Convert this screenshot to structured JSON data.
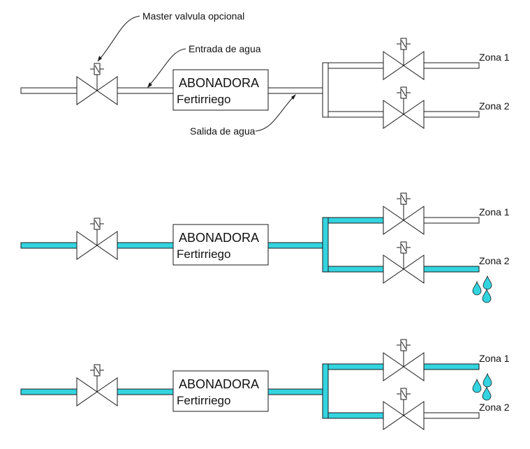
{
  "colors": {
    "water": "#33D4E0",
    "line": "#1a1a1a",
    "background": "#ffffff"
  },
  "labels": {
    "master_valve": "Master valvula opcional",
    "water_in": "Entrada de agua",
    "water_out": "Salida de agua"
  },
  "diagrams": [
    {
      "box_title": "ABONADORA",
      "box_subtitle": "Fertirriego",
      "zone1": "Zona 1",
      "zone2": "Zona 2",
      "water_main": false,
      "active_zone": 0
    },
    {
      "box_title": "ABONADORA",
      "box_subtitle": "Fertirriego",
      "zone1": "Zona 1",
      "zone2": "Zona 2",
      "water_main": true,
      "active_zone": 2
    },
    {
      "box_title": "ABONADORA",
      "box_subtitle": "Fertirriego",
      "zone1": "Zona 1",
      "zone2": "Zona 2",
      "water_main": true,
      "active_zone": 1
    }
  ]
}
